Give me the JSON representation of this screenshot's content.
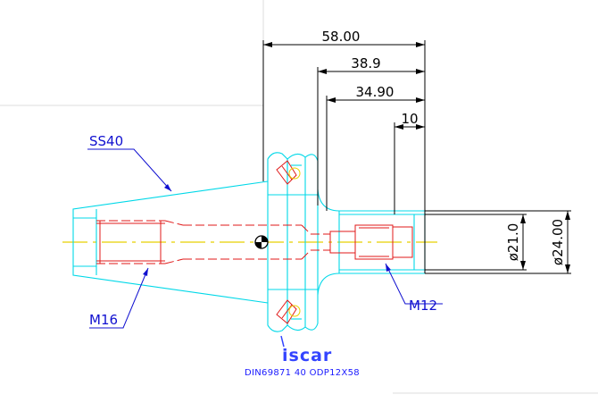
{
  "dimensions": {
    "overall_length": "58.00",
    "length_a": "38.9",
    "length_b": "34.90",
    "length_c": "10",
    "diameter_a": "ø21.0",
    "diameter_b": "ø24.00"
  },
  "callouts": {
    "taper": "SS40",
    "rear_thread": "M16",
    "front_thread": "M12"
  },
  "logo": {
    "brand": "iscar"
  },
  "designation": "DIN69871 40 ODP12X58",
  "colors": {
    "outline": "#00d8e8",
    "hidden_lines": "#e01818",
    "leader": "#1010d0",
    "dimension": "#000000",
    "centerline": "#e8d000"
  }
}
